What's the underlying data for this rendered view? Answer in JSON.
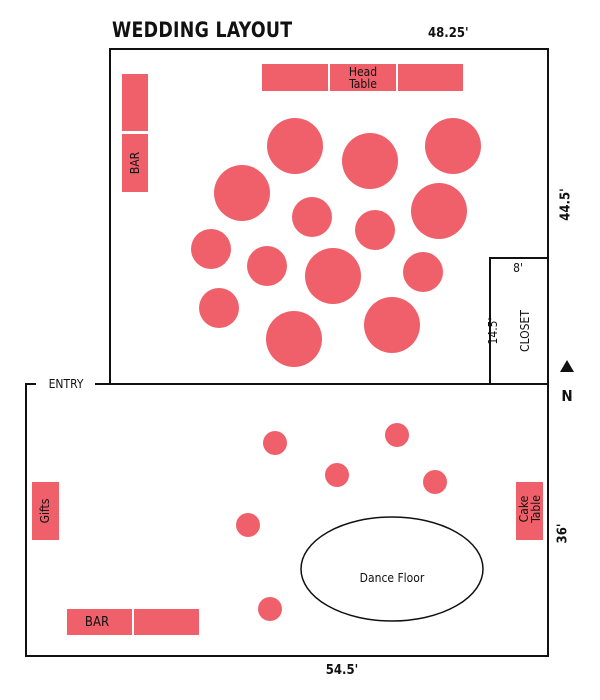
{
  "title": "WEDDING LAYOUT",
  "dimensions": {
    "top_width": "48.25'",
    "top_height": "44.5'",
    "bottom_width": "54.5'",
    "bottom_height": "36'",
    "closet_width": "8'",
    "closet_depth": "14.5'"
  },
  "labels": {
    "head_table_line1": "Head",
    "head_table_line2": "Table",
    "bar_top": "BAR",
    "closet": "CLOSET",
    "entry": "ENTRY",
    "north": "N",
    "gifts": "Gifts",
    "cake_line1": "Cake",
    "cake_line2": "Table",
    "dance_floor": "Dance Floor",
    "bar_bottom": "BAR"
  },
  "colors": {
    "furniture": "#f0606a",
    "line": "#111111"
  }
}
